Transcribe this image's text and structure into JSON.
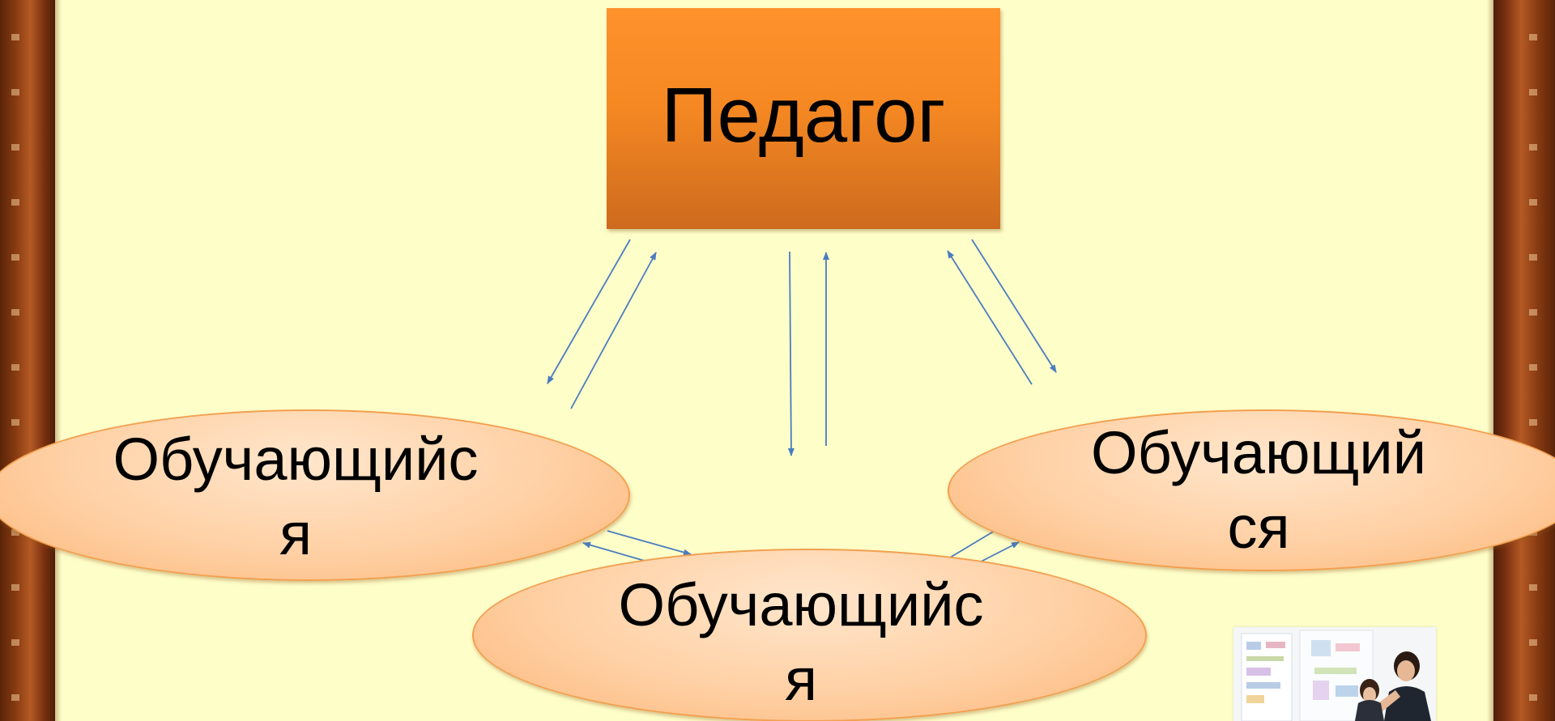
{
  "diagram": {
    "teacher_label": "Педагог",
    "student_left_label": "Обучающийс\nя",
    "student_bottom_label": "Обучающийс\nя",
    "student_right_label": "Обучающий\nся"
  },
  "colors": {
    "background": "#fefec9",
    "teacher_box": "#f58822",
    "oval_fill": "#ffd0a4",
    "oval_border": "#f2a050",
    "arrow": "#4a7cc0",
    "frame": "#8a3c12"
  },
  "icons": {
    "photo": "classroom-photo"
  }
}
